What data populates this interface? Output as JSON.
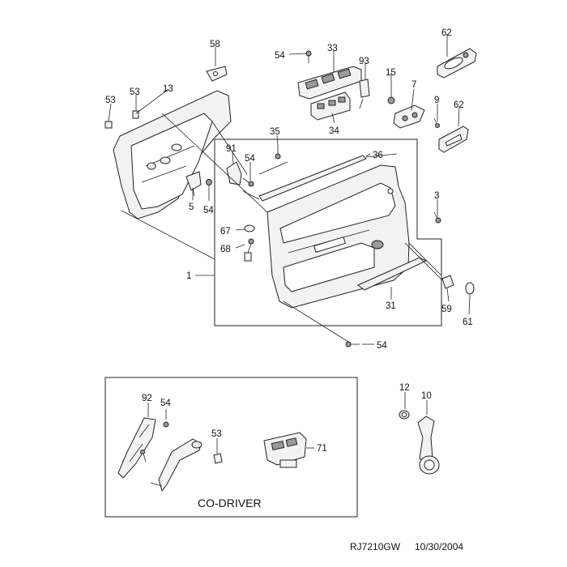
{
  "diagram": {
    "labels": {
      "p58": "58",
      "p53a": "53",
      "p13": "13",
      "p53b": "53",
      "p54a": "54",
      "p33": "33",
      "p93": "93",
      "p62a": "62",
      "p15": "15",
      "p7": "7",
      "p9": "9",
      "p62b": "62",
      "p34": "34",
      "p35": "35",
      "p91": "91",
      "p54b": "54",
      "p36": "36",
      "p5": "5",
      "p54c": "54",
      "p3": "3",
      "p67": "67",
      "p68": "68",
      "p1": "1",
      "p59": "59",
      "p31": "31",
      "p61": "61",
      "p54d": "54",
      "p12": "12",
      "p10": "10",
      "p92": "92",
      "p54e": "54",
      "p53c": "53",
      "p71": "71"
    },
    "inset_caption": "CO-DRIVER",
    "footer": {
      "code": "RJ7210GW",
      "date": "10/30/2004"
    }
  }
}
